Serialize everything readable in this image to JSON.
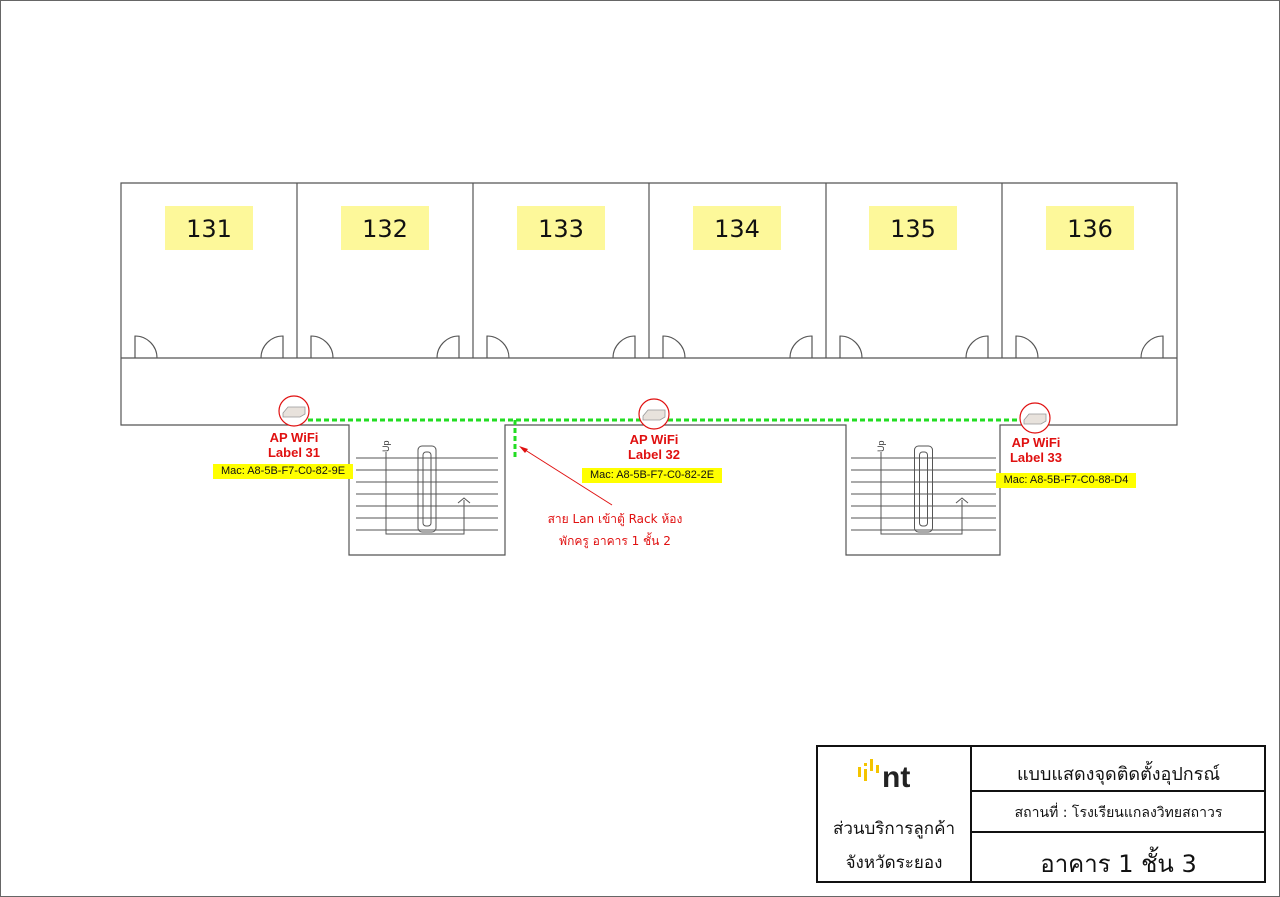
{
  "rooms": [
    "131",
    "132",
    "133",
    "134",
    "135",
    "136"
  ],
  "stair_label": "Up",
  "access_points": [
    {
      "title": "AP WiFi",
      "label": "Label 31",
      "mac": "Mac: A8-5B-F7-C0-82-9E"
    },
    {
      "title": "AP WiFi",
      "label": "Label 32",
      "mac": "Mac: A8-5B-F7-C0-82-2E"
    },
    {
      "title": "AP WiFi",
      "label": "Label 33",
      "mac": "Mac: A8-5B-F7-C0-88-D4"
    }
  ],
  "cable_note": {
    "line1": "สาย Lan เข้าตู้ Rack ห้อง",
    "line2": "พักครู อาคาร 1 ชั้น 2"
  },
  "title_block": {
    "logo_text": "nt",
    "org_line1": "ส่วนบริการลูกค้า",
    "org_line2": "จังหวัดระยอง",
    "drawing_title": "แบบแสดงจุดติดตั้งอุปกรณ์",
    "location": "สถานที่ : โรงเรียนแกลงวิทยสถาวร",
    "building": "อาคาร 1 ชั้น 3"
  },
  "colors": {
    "room_label": "#fdf89a",
    "mac_label": "#ffff00",
    "ap_text": "#e01010",
    "cable": "#22dd22",
    "logo_yellow": "#f4c400"
  }
}
